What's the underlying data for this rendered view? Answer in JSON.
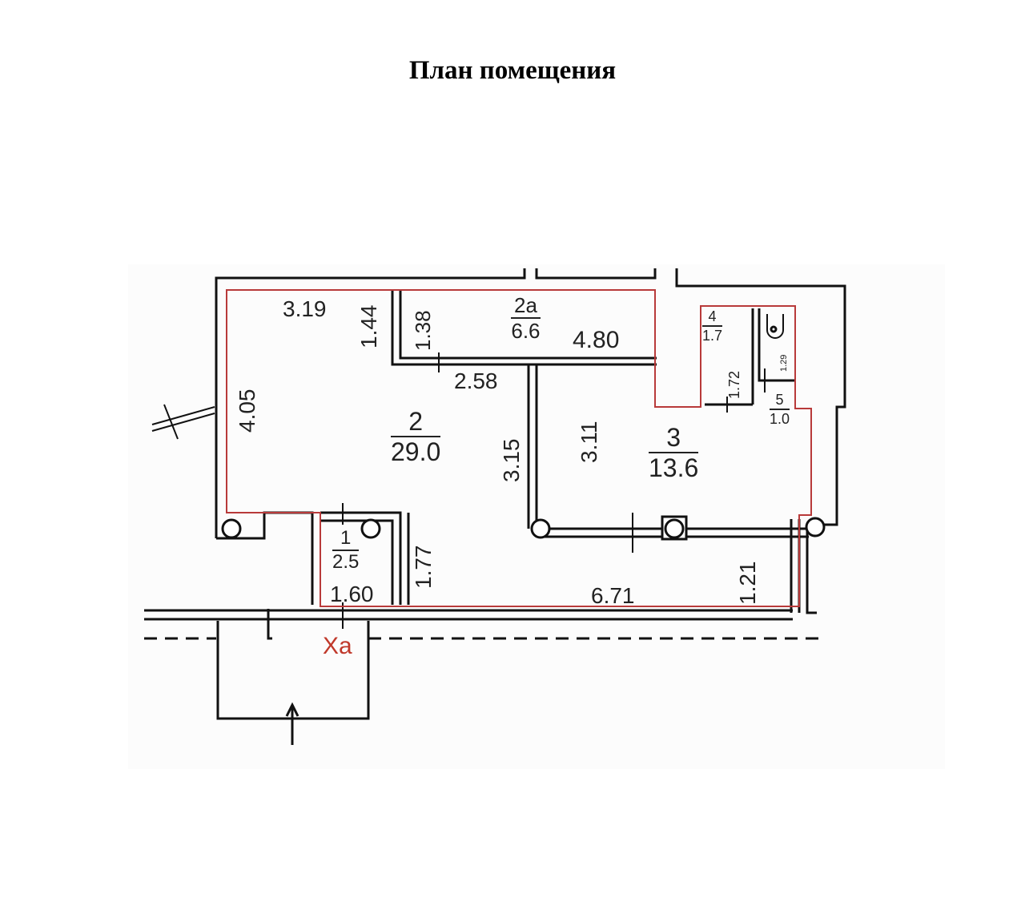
{
  "document": {
    "title": "План помещения"
  },
  "plan": {
    "colors": {
      "wall": "#111111",
      "boundary": "#b83a3a",
      "text": "#222222",
      "marker": "#c0392b"
    },
    "rooms": [
      {
        "number": "1",
        "area": "2.5"
      },
      {
        "number": "2",
        "area": "29.0"
      },
      {
        "number": "2а",
        "area": "6.6"
      },
      {
        "number": "3",
        "area": "13.6"
      },
      {
        "number": "4",
        "area": "1.7"
      },
      {
        "number": "5",
        "area": "1.0"
      }
    ],
    "dimensions": {
      "d319": "3.19",
      "d144": "1.44",
      "d138": "1.38",
      "d480": "4.80",
      "d258": "2.58",
      "d405": "4.05",
      "d315": "3.15",
      "d311": "3.11",
      "d172": "1.72",
      "d129": "1.29",
      "d177": "1.77",
      "d160": "1.60",
      "d671": "6.71",
      "d121": "1.21"
    },
    "marker": "Ха",
    "entrance_icon": "arrow-up-icon"
  }
}
